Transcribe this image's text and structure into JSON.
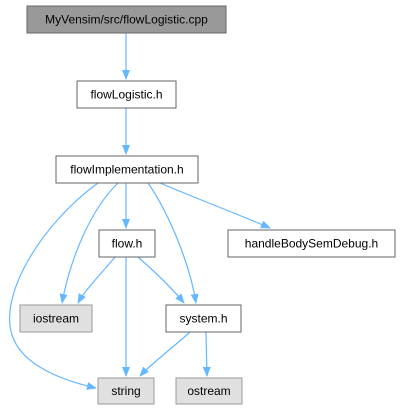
{
  "diagram": {
    "type": "include-dependency-graph",
    "nodes": [
      {
        "id": "flowlogistic-cpp",
        "label": "MyVensim/src/flowLogistic.cpp",
        "style": "root"
      },
      {
        "id": "flowlogistic-h",
        "label": "flowLogistic.h",
        "style": "documented"
      },
      {
        "id": "flowimplementation-h",
        "label": "flowImplementation.h",
        "style": "documented"
      },
      {
        "id": "flow-h",
        "label": "flow.h",
        "style": "documented"
      },
      {
        "id": "handlebodysemdebug-h",
        "label": "handleBodySemDebug.h",
        "style": "documented"
      },
      {
        "id": "iostream",
        "label": "iostream",
        "style": "external"
      },
      {
        "id": "system-h",
        "label": "system.h",
        "style": "documented"
      },
      {
        "id": "string",
        "label": "string",
        "style": "external"
      },
      {
        "id": "ostream",
        "label": "ostream",
        "style": "external"
      }
    ],
    "edges": [
      {
        "from": "flowlogistic-cpp",
        "to": "flowlogistic-h"
      },
      {
        "from": "flowlogistic-h",
        "to": "flowimplementation-h"
      },
      {
        "from": "flowimplementation-h",
        "to": "flow-h"
      },
      {
        "from": "flowimplementation-h",
        "to": "handlebodysemdebug-h"
      },
      {
        "from": "flowimplementation-h",
        "to": "iostream"
      },
      {
        "from": "flowimplementation-h",
        "to": "system-h"
      },
      {
        "from": "flowimplementation-h",
        "to": "string"
      },
      {
        "from": "flow-h",
        "to": "iostream"
      },
      {
        "from": "flow-h",
        "to": "system-h"
      },
      {
        "from": "flow-h",
        "to": "string"
      },
      {
        "from": "system-h",
        "to": "string"
      },
      {
        "from": "system-h",
        "to": "ostream"
      }
    ],
    "colors": {
      "edge": "#63b8ff",
      "root_fill": "#999999",
      "documented_fill": "#ffffff",
      "external_fill": "#e0e0e0",
      "node_border": "#666666",
      "external_border": "#999999",
      "text": "#000000"
    }
  }
}
